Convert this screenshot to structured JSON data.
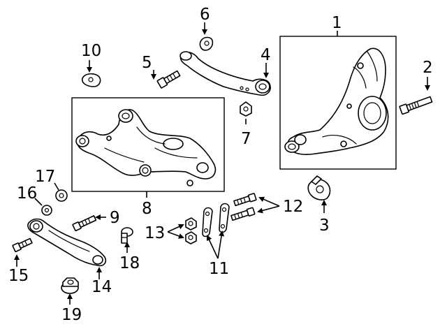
{
  "diagram": {
    "callouts": [
      {
        "id": "c1",
        "label": "1"
      },
      {
        "id": "c2",
        "label": "2"
      },
      {
        "id": "c3",
        "label": "3"
      },
      {
        "id": "c4",
        "label": "4"
      },
      {
        "id": "c5",
        "label": "5"
      },
      {
        "id": "c6",
        "label": "6"
      },
      {
        "id": "c7",
        "label": "7"
      },
      {
        "id": "c8",
        "label": "8"
      },
      {
        "id": "c9",
        "label": "9"
      },
      {
        "id": "c10",
        "label": "10"
      },
      {
        "id": "c11",
        "label": "11"
      },
      {
        "id": "c12",
        "label": "12"
      },
      {
        "id": "c13",
        "label": "13"
      },
      {
        "id": "c14",
        "label": "14"
      },
      {
        "id": "c15",
        "label": "15"
      },
      {
        "id": "c16",
        "label": "16"
      },
      {
        "id": "c17",
        "label": "17"
      },
      {
        "id": "c18",
        "label": "18"
      },
      {
        "id": "c19",
        "label": "19"
      }
    ],
    "colors": {
      "ink": "#000000",
      "paper": "#ffffff"
    }
  }
}
